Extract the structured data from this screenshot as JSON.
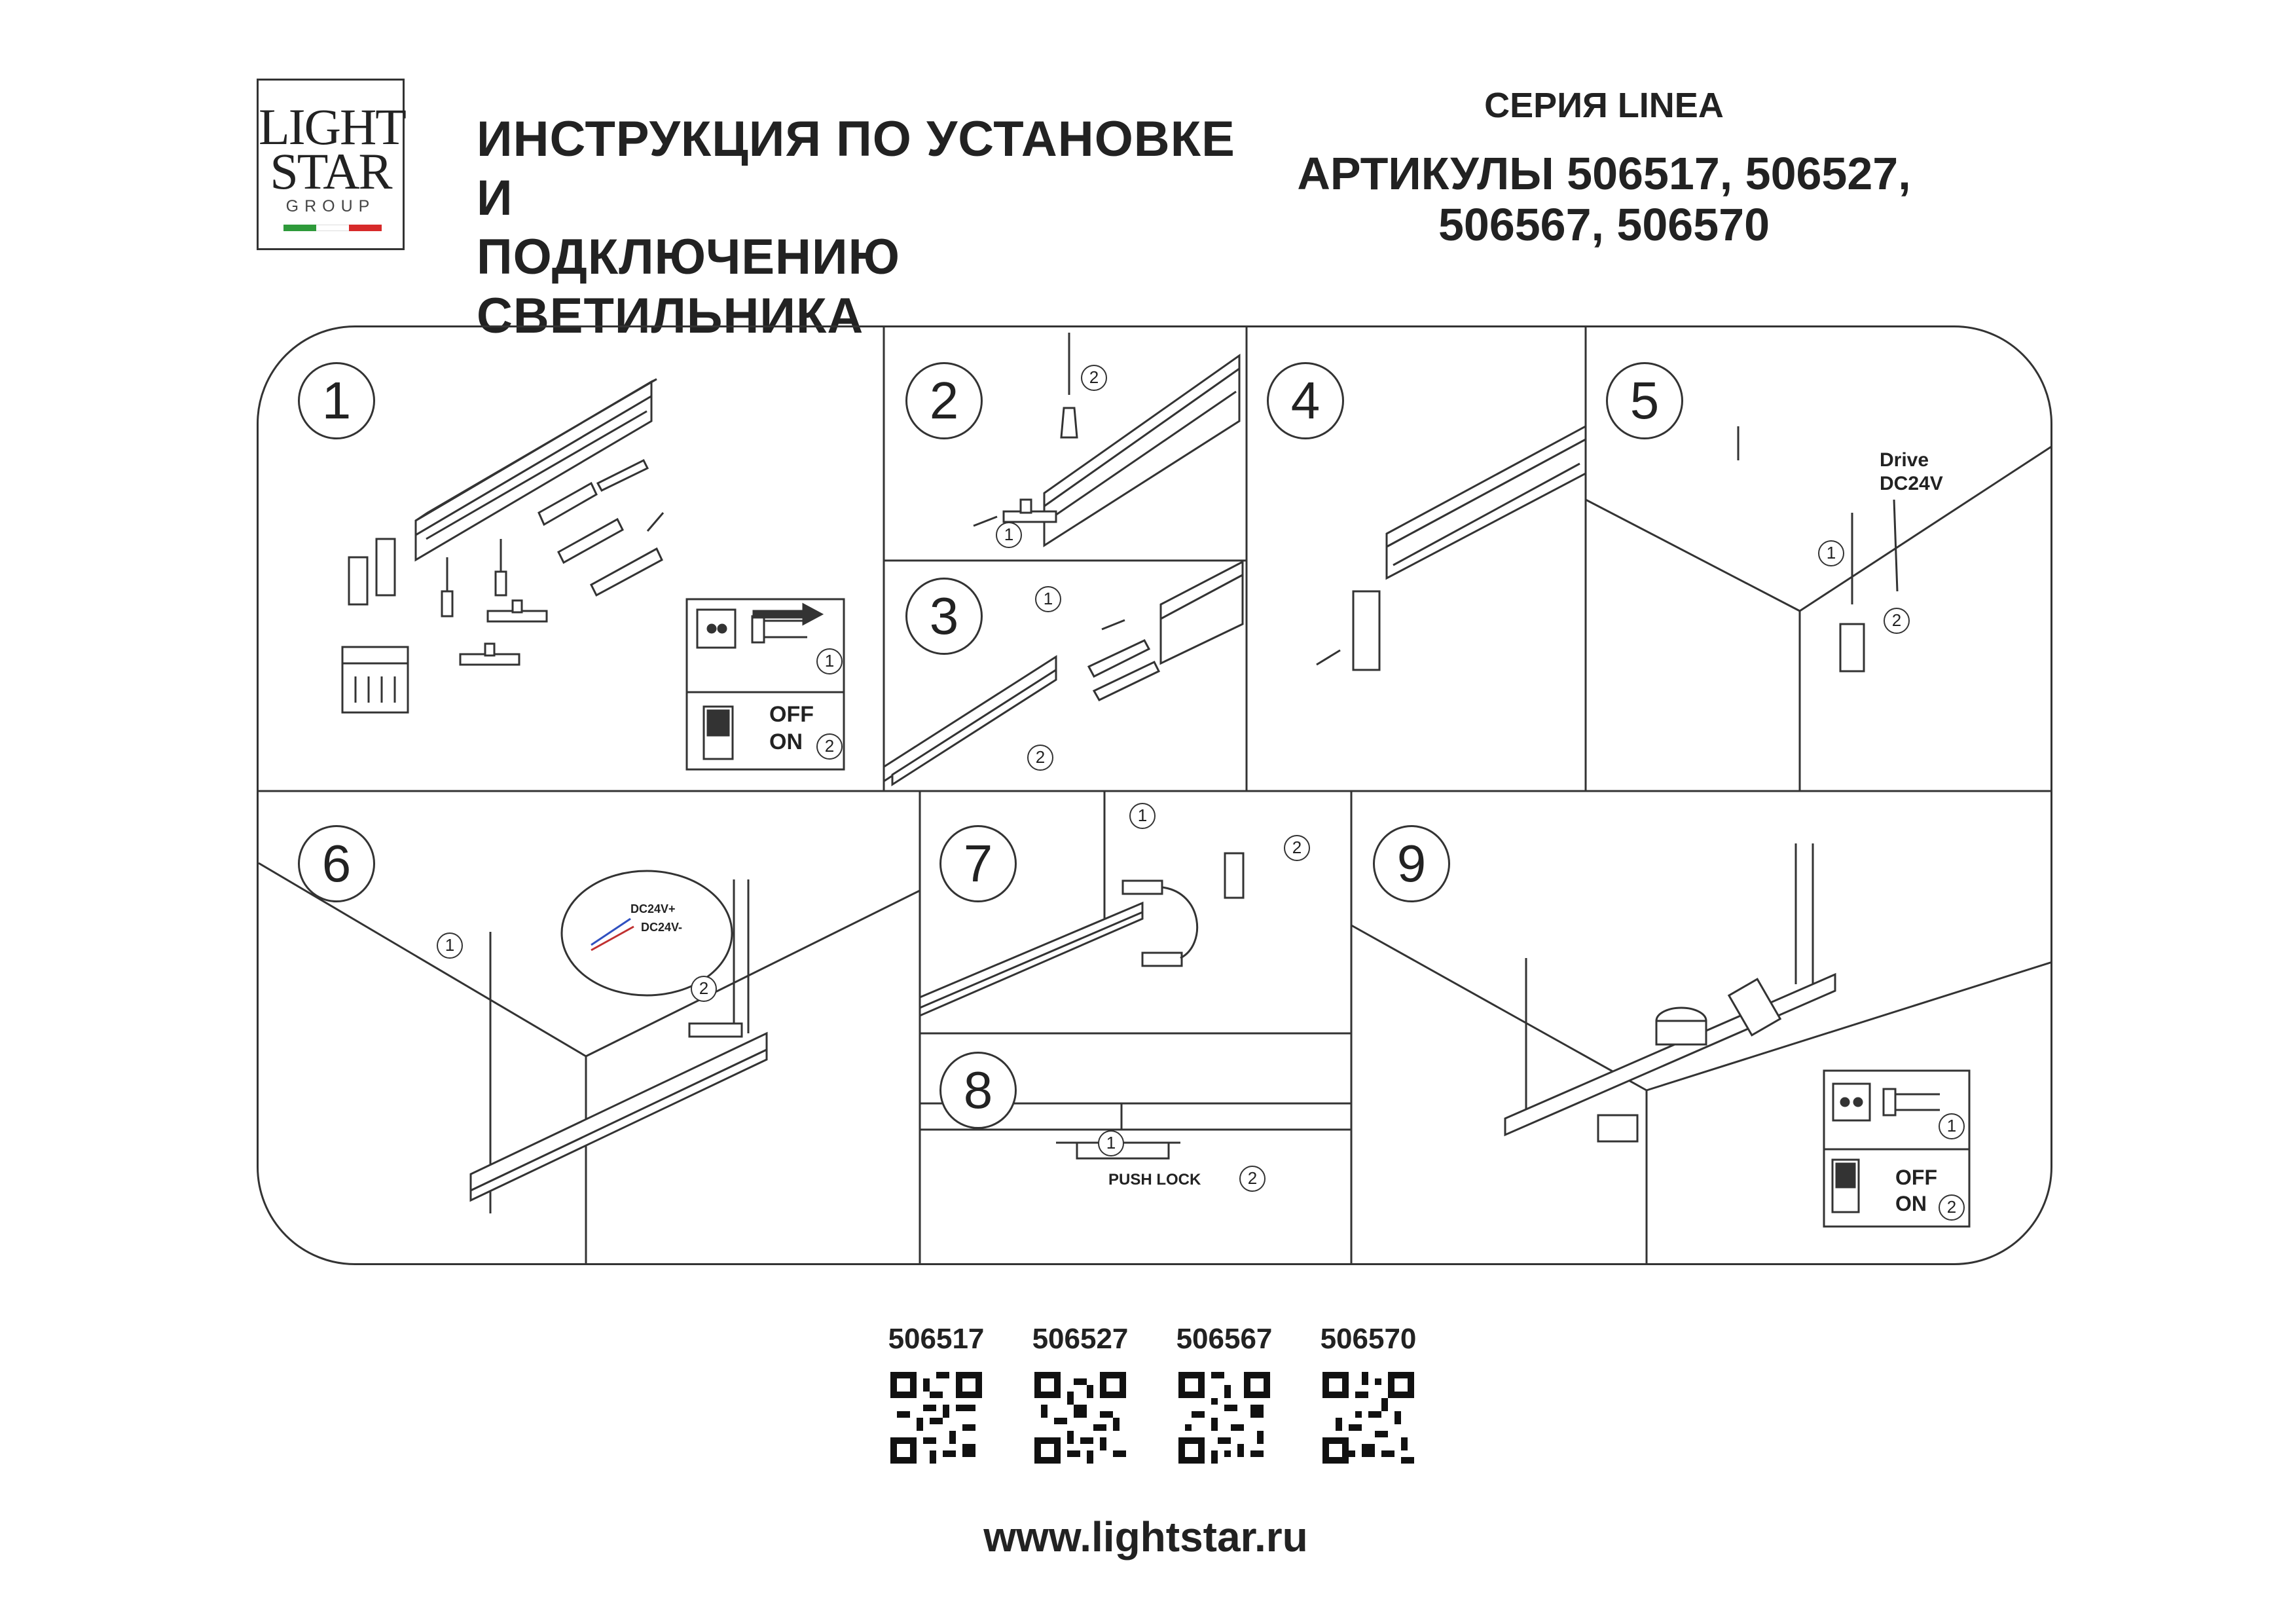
{
  "logo": {
    "line1": "LIGHT",
    "line2": "STAR",
    "line3": "GROUP"
  },
  "header": {
    "title_line1": "ИНСТРУКЦИЯ ПО УСТАНОВКЕ И",
    "title_line2": "ПОДКЛЮЧЕНИЮ СВЕТИЛЬНИКА",
    "series": "СЕРИЯ LINEA",
    "articles_line1": "АРТИКУЛЫ 506517, 506527,",
    "articles_line2": "506567, 506570"
  },
  "steps": [
    "1",
    "2",
    "3",
    "4",
    "5",
    "6",
    "7",
    "8",
    "9"
  ],
  "sub_markers": [
    "1",
    "2"
  ],
  "labels": {
    "off": "OFF",
    "on": "ON",
    "drive": "Drive",
    "dc24v": "DC24V",
    "dc_plus": "DC24V+",
    "dc_minus": "DC24V-",
    "push_lock": "PUSH LOCK"
  },
  "products": [
    {
      "code": "506517"
    },
    {
      "code": "506527"
    },
    {
      "code": "506567"
    },
    {
      "code": "506570"
    }
  ],
  "website": "www.lightstar.ru"
}
